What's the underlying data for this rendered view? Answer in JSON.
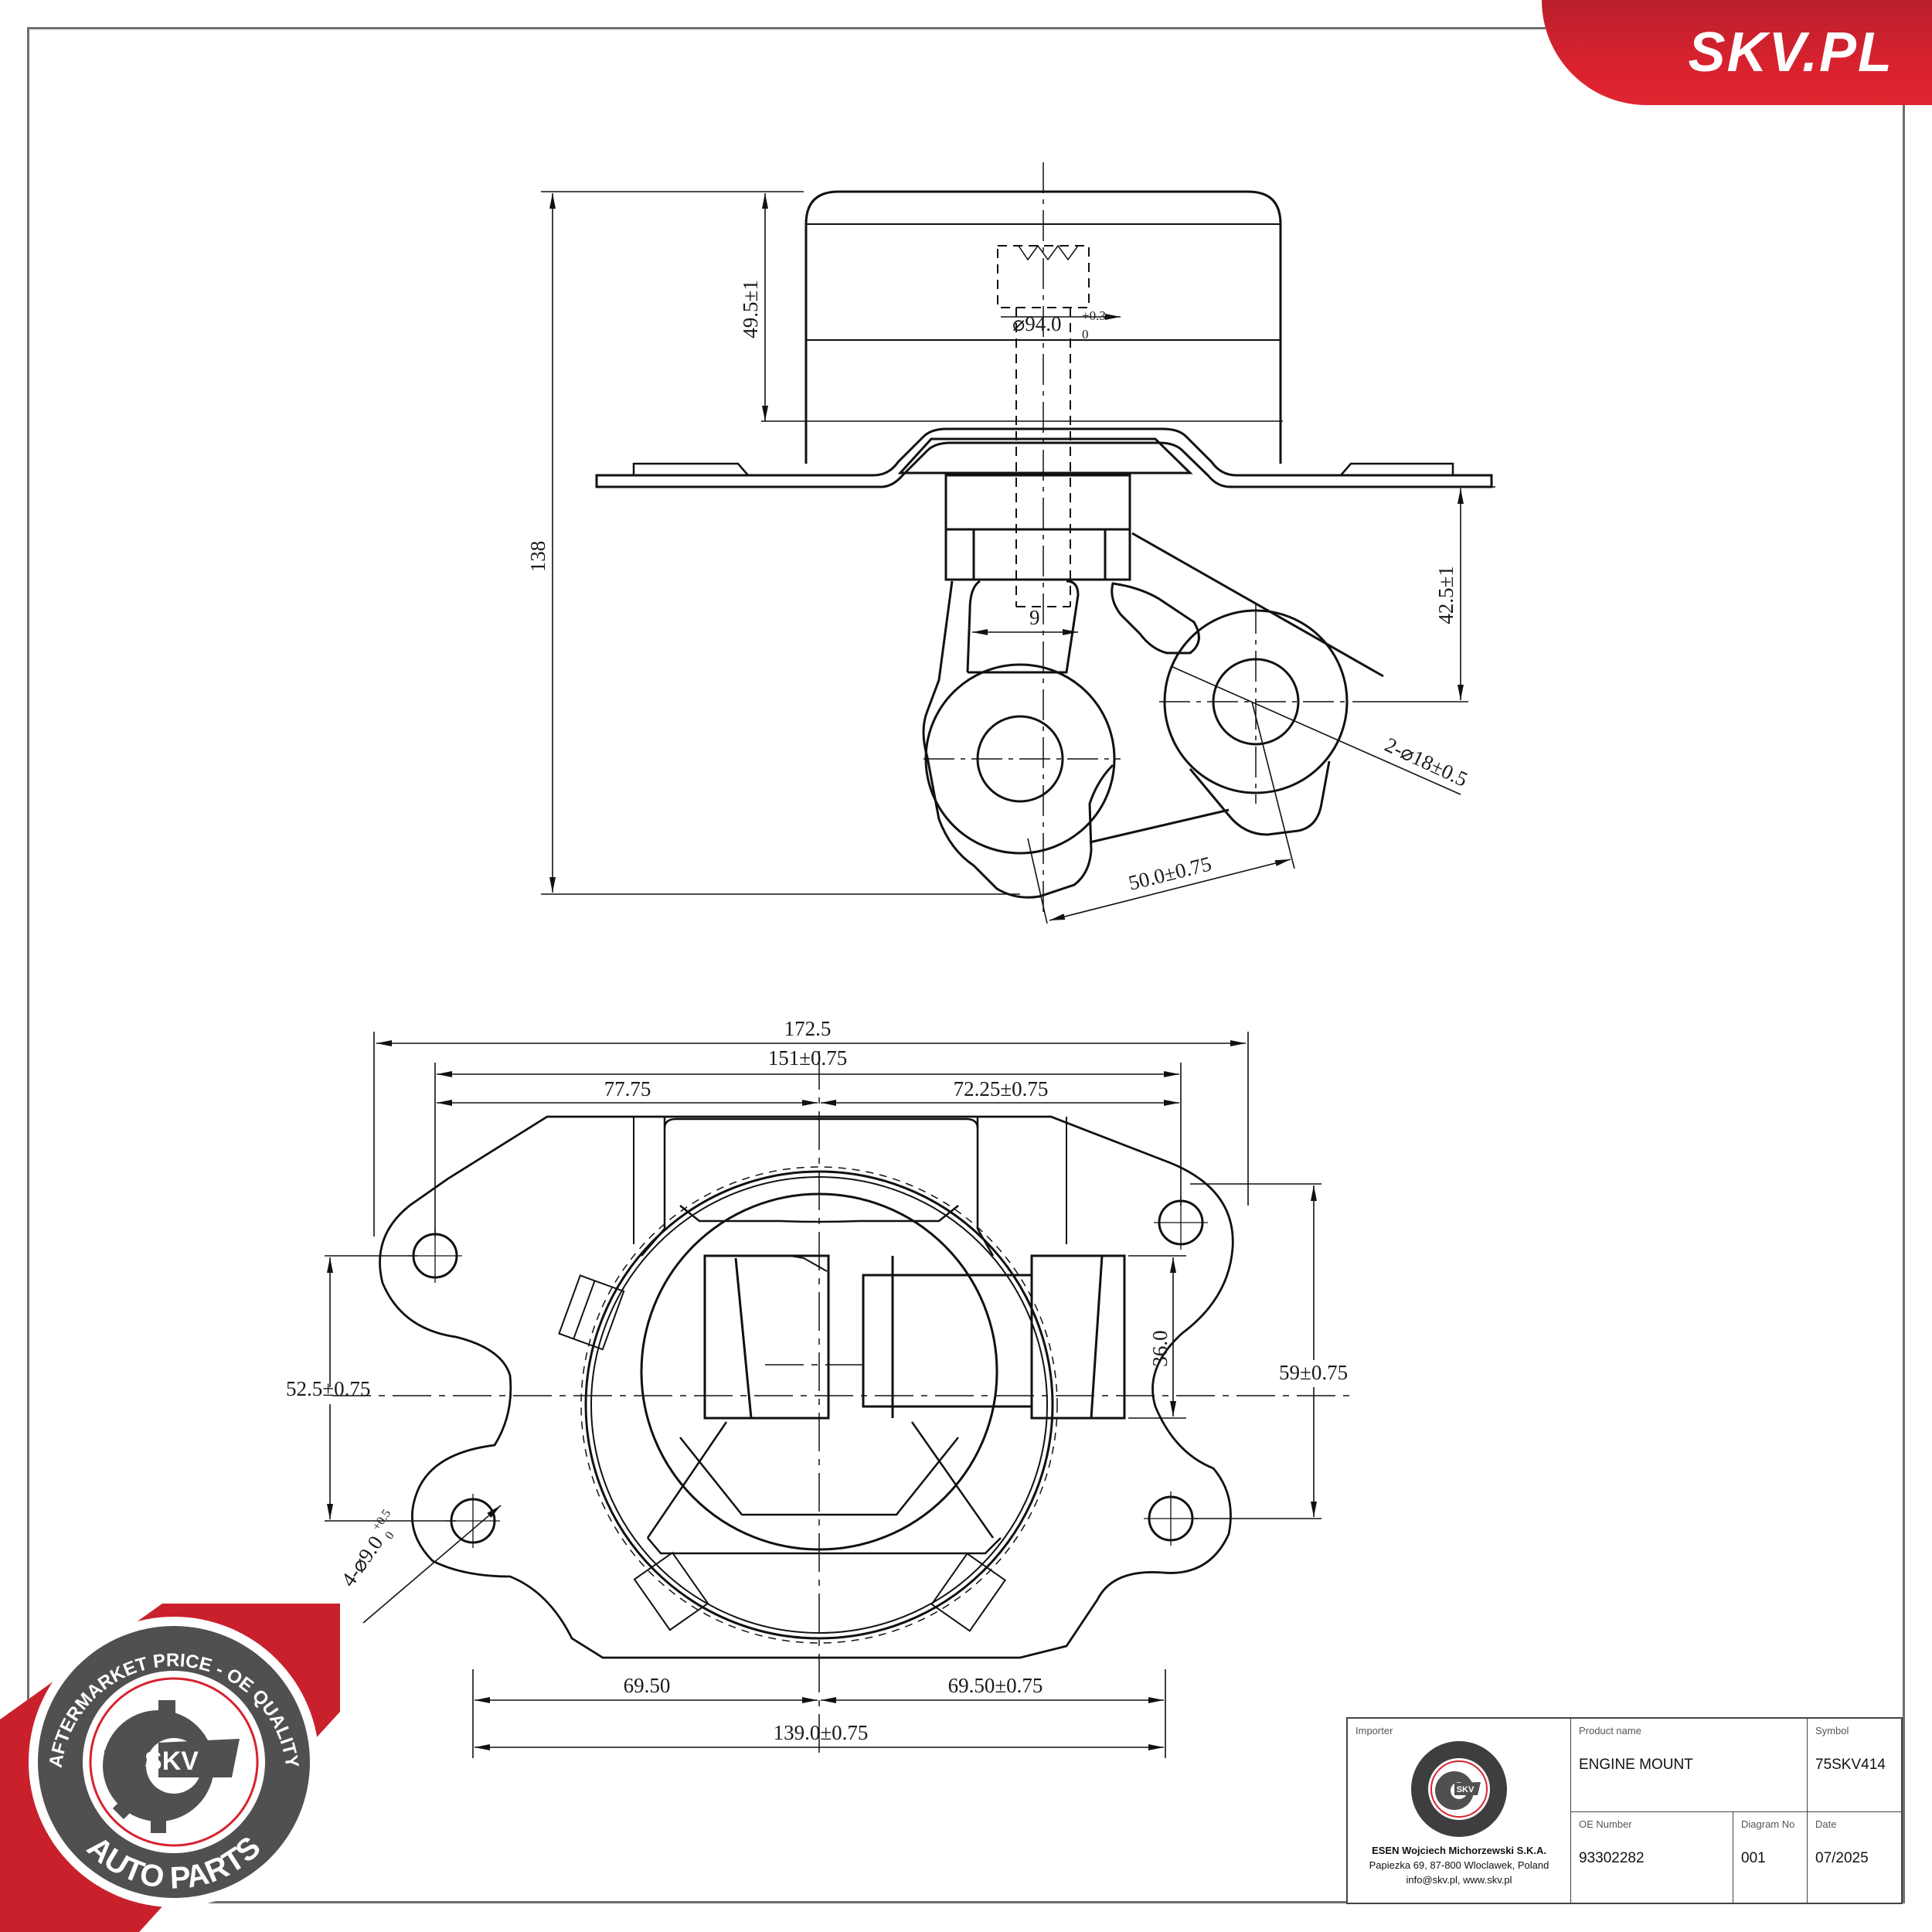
{
  "brand": {
    "banner_text": "SKV.PL",
    "banner_color": "#d8222e"
  },
  "drawing": {
    "top_view": {
      "dimensions": {
        "height_total": "138",
        "housing_height": "49.5±1",
        "bore_diameter": "⌀94.0",
        "bore_tol_upper": "+0.3",
        "bore_tol_lower": "0",
        "slot_width": "9",
        "eye_offset": "42.5±1",
        "eye_diameter": "2-⌀18±0.5",
        "eye_spacing": "50.0±0.75"
      }
    },
    "bottom_view": {
      "dimensions": {
        "overall_width": "172.5",
        "hole_spacing_top": "151±0.75",
        "left_offset": "77.75",
        "right_offset": "72.25±0.75",
        "left_hole_offset": "52.5±0.75",
        "center_block": "36.0",
        "right_hole_offset": "59±0.75",
        "hole_diameter": "4-⌀9.0",
        "hole_tol_upper": "+0.5",
        "hole_tol_lower": "0",
        "bottom_left": "69.50",
        "bottom_right": "69.50±0.75",
        "bottom_total": "139.0±0.75"
      }
    }
  },
  "logo": {
    "ring_top": "AFTERMARKET PRICE - OE QUALITY",
    "ring_bottom": "AUTO PARTS",
    "center": "SKV"
  },
  "title_block": {
    "importer_label": "Importer",
    "importer_name": "ESEN Wojciech Michorzewski S.K.A.",
    "importer_address": "Papiezka 69, 87-800 Wloclawek, Poland",
    "importer_contact": "info@skv.pl, www.skv.pl",
    "product_name_label": "Product name",
    "product_name": "ENGINE MOUNT",
    "symbol_label": "Symbol",
    "symbol": "75SKV414",
    "oe_number_label": "OE Number",
    "oe_number": "93302282",
    "diagram_no_label": "Diagram No",
    "diagram_no": "001",
    "date_label": "Date",
    "date": "07/2025"
  }
}
